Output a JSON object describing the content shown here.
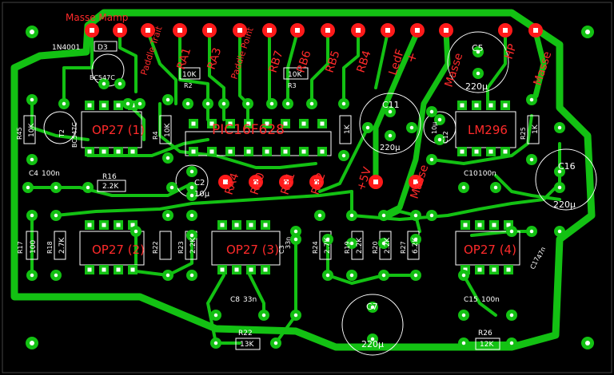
{
  "colors": {
    "background": "#000000",
    "copper": "#13c113",
    "silk": "#ffffff",
    "label": "#ff2a2a",
    "pad_red": "#ff1a1a"
  },
  "connector_labels": {
    "masse_mamp": "Masse Mamp",
    "paddle_trait": "Paddle Trait",
    "ra1": "RA1",
    "ra3": "RA3",
    "paddle_point": "Paddle Point",
    "rb7": "RB7",
    "rb6": "RB6",
    "rb5": "RB5",
    "rb4": "RB4",
    "led_f": "LedF",
    "plus": "+",
    "masse_1": "Masse",
    "hp": "HP",
    "masse_2": "Masse",
    "ra4": "RA4",
    "rb0": "RB0",
    "rb1": "RB1",
    "rb2": "RB2",
    "v5": "+5V",
    "masse_3": "Masse"
  },
  "ic_labels": {
    "pic": "PIC16F628",
    "op1": "OP27 (1)",
    "op2": "OP27 (2)",
    "op3": "OP27 (3)",
    "op4": "OP27 (4)",
    "lm": "LM296"
  },
  "component_labels": {
    "n4001": "1N4001",
    "d3": "D3",
    "bc": "BC547C",
    "r2": "R2",
    "r2v": "10K",
    "r3": "R3",
    "r3v": "10K",
    "r45": "R45",
    "r45v": "10K",
    "t2": "T2",
    "t2v": "BC547C",
    "r4": "R4",
    "r4v": "10K",
    "r1k": "1K",
    "c11": "C11",
    "c11v": "220µ",
    "c5": "C5",
    "c5v": "220µ",
    "c12": "C12",
    "c12v": "10µ",
    "r25": "R25",
    "r25v": "1K",
    "c16": "C16",
    "c16v": "220µ",
    "c4": "C4",
    "c4v": "100n",
    "r16": "R16",
    "r16v": "2.2K",
    "c2": "C2",
    "c2v": "10µ",
    "c10": "C10",
    "c10v": "100n",
    "r17": "R17",
    "r17v": "100",
    "r18": "R18",
    "r18v": "2.7K",
    "r22a": "R22",
    "r23": "R23",
    "r23v": "2.2K",
    "r24": "R24",
    "r24v": "2.7K",
    "r19": "R19",
    "r19v": "2.2K",
    "r20": "R20",
    "r20v": "2.2K",
    "r27": "R27",
    "r27v": "6.2K",
    "c17": "C17",
    "c17v": "47n",
    "c8": "C8",
    "c8v": "33n",
    "c7": "C7",
    "c7v": "220µ",
    "c15": "C15",
    "c15v": "100n",
    "r22": "R22",
    "r22v": "13K",
    "r26": "R26",
    "r26v": "12K",
    "c3": "C3",
    "c3v": "33n"
  }
}
